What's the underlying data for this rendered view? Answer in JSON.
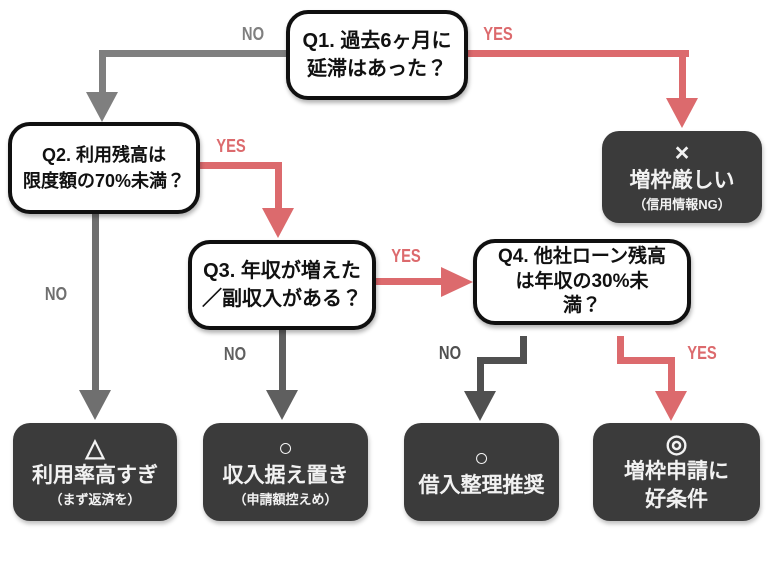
{
  "colors": {
    "yes_red": "#dc6a6d",
    "arrow_gray1": "#7f7f7f",
    "arrow_gray2": "#6f6f6f",
    "arrow_gray3": "#5f5f5f",
    "arrow_gray4": "#505050",
    "box_dark": "#3b3b3b",
    "box_border": "#101010",
    "bg": "#ffffff"
  },
  "questions": {
    "q1": {
      "lines": [
        "Q1. 過去6ヶ月に",
        "延滞はあった？"
      ]
    },
    "q2": {
      "lines": [
        "Q2. 利用残高は",
        "限度額の70%未満？"
      ]
    },
    "q3": {
      "lines": [
        "Q3. 年収が増えた",
        "／副収入がある？"
      ]
    },
    "q4": {
      "lines": [
        "Q4. 他社ローン残高",
        "は年収の30%未",
        "満？"
      ]
    }
  },
  "edges": {
    "q1_no": "NO",
    "q1_yes": "YES",
    "q2_yes": "YES",
    "q2_no": "NO",
    "q3_yes": "YES",
    "q3_no": "NO",
    "q4_no": "NO",
    "q4_yes": "YES"
  },
  "results": {
    "credit_ng": {
      "symbol": "×",
      "title": "増枠厳しい",
      "note": "（信用情報NG）"
    },
    "high_utilization": {
      "symbol": "△",
      "title": "利用率高すぎ",
      "note": "（まず返済を）"
    },
    "income_flat": {
      "symbol": "○",
      "title": "収入据え置き",
      "note": "（申請額控えめ）"
    },
    "consolidate_debt": {
      "symbol": "○",
      "title": "借入整理推奨"
    },
    "good_conditions": {
      "symbol": "◎",
      "title_lines": [
        "増枠申請に",
        "好条件"
      ]
    }
  }
}
